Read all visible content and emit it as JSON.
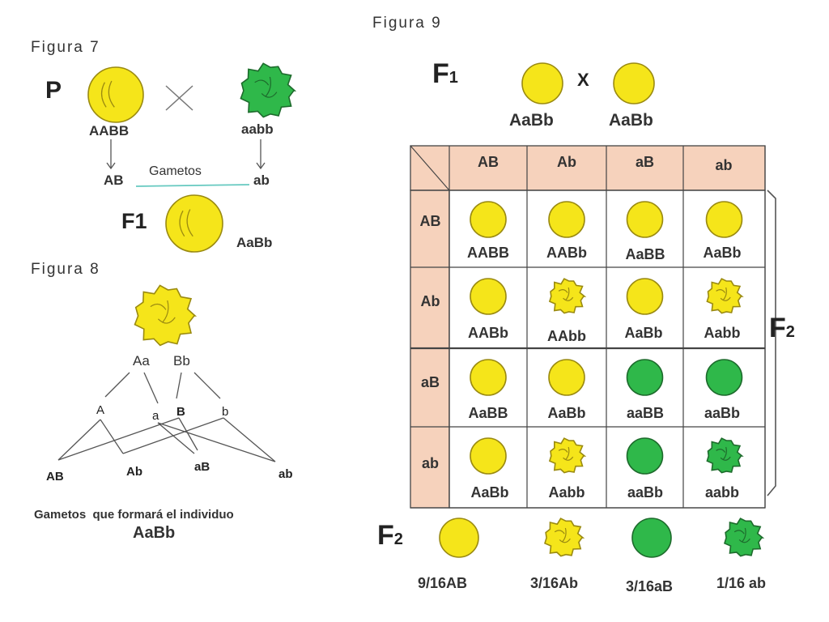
{
  "figure7": {
    "title": "Figura 7",
    "p_label": "P",
    "parent1_genotype": "AABB",
    "parent2_genotype": "aabb",
    "gamete1": "AB",
    "gamete2": "ab",
    "gametes_label": "Gametos",
    "f1_label": "F1",
    "f1_genotype": "AaBb"
  },
  "figure8": {
    "title": "Figura 8",
    "allele_pair_a": "Aa",
    "allele_pair_b": "Bb",
    "alleles": [
      "A",
      "a",
      "B",
      "b"
    ],
    "gametes": [
      "AB",
      "Ab",
      "aB",
      "ab"
    ],
    "caption_line1": "Gametos  que formará el individuo",
    "caption_line2": "AaBb"
  },
  "figure9": {
    "title": "Figura 9",
    "f1_label": "F",
    "f1_sub": "1",
    "cross_symbol": "X",
    "f1_parents": [
      "AaBb",
      "AaBb"
    ],
    "col_headers": [
      "AB",
      "Ab",
      "aB",
      "ab"
    ],
    "row_headers": [
      "AB",
      "Ab",
      "aB",
      "ab"
    ],
    "grid": [
      [
        {
          "g": "AABB",
          "color": "yellow",
          "shape": "round"
        },
        {
          "g": "AABb",
          "color": "yellow",
          "shape": "round"
        },
        {
          "g": "AaBB",
          "color": "yellow",
          "shape": "round"
        },
        {
          "g": "AaBb",
          "color": "yellow",
          "shape": "round"
        }
      ],
      [
        {
          "g": "AABb",
          "color": "yellow",
          "shape": "round"
        },
        {
          "g": "AAbb",
          "color": "yellow",
          "shape": "wrinkled"
        },
        {
          "g": "AaBb",
          "color": "yellow",
          "shape": "round"
        },
        {
          "g": "Aabb",
          "color": "yellow",
          "shape": "wrinkled"
        }
      ],
      [
        {
          "g": "AaBB",
          "color": "yellow",
          "shape": "round"
        },
        {
          "g": "AaBb",
          "color": "yellow",
          "shape": "round"
        },
        {
          "g": "aaBB",
          "color": "green",
          "shape": "round"
        },
        {
          "g": "aaBb",
          "color": "green",
          "shape": "round"
        }
      ],
      [
        {
          "g": "AaBb",
          "color": "yellow",
          "shape": "round"
        },
        {
          "g": "Aabb",
          "color": "yellow",
          "shape": "wrinkled"
        },
        {
          "g": "aaBb",
          "color": "green",
          "shape": "round"
        },
        {
          "g": "aabb",
          "color": "green",
          "shape": "wrinkled"
        }
      ]
    ],
    "f2_label": "F",
    "f2_sub": "2",
    "ratios": [
      {
        "text": "9/16AB",
        "color": "yellow",
        "shape": "round"
      },
      {
        "text": "3/16Ab",
        "color": "yellow",
        "shape": "wrinkled"
      },
      {
        "text": "3/16aB",
        "color": "green",
        "shape": "round"
      },
      {
        "text": "1/16 ab",
        "color": "green",
        "shape": "wrinkled"
      }
    ]
  },
  "colors": {
    "yellow": "#f5e51a",
    "green": "#2fb84a",
    "dark_green": "#1f9a36",
    "header_fill": "#f6d2bc",
    "grid_line": "#444444",
    "gamete_line": "#66c9c0"
  }
}
